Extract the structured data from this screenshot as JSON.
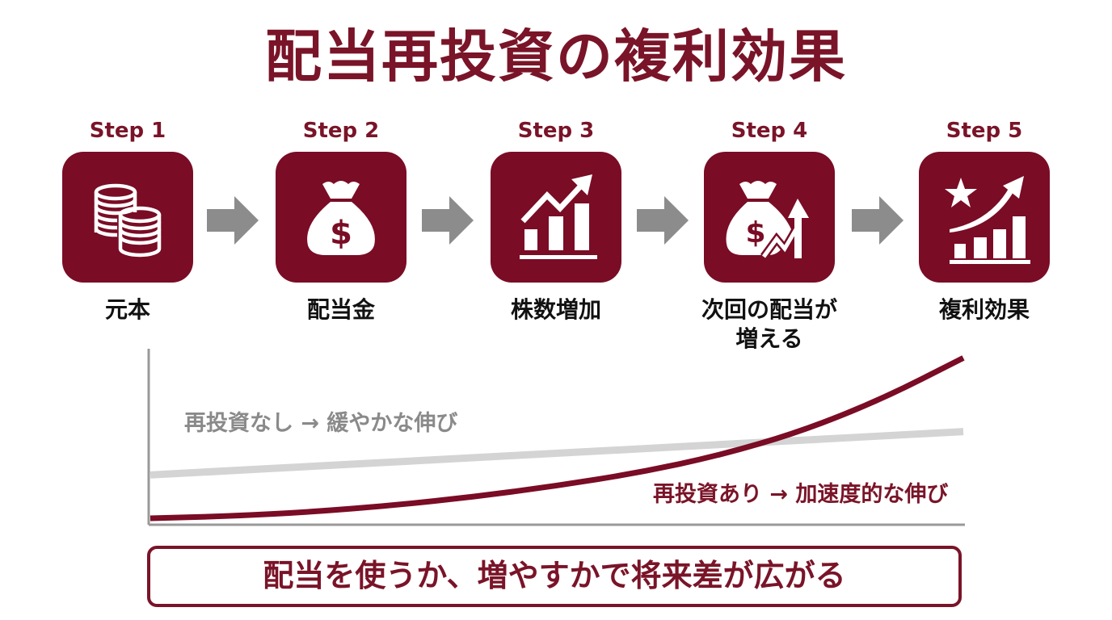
{
  "title": "配当再投資の複利効果",
  "colors": {
    "accent": "#7a0c25",
    "text": "#111111",
    "arrow": "#8c8c8c",
    "line_gray": "#d4d4d4",
    "axis": "#999999"
  },
  "steps": [
    {
      "label": "Step 1",
      "caption": "元本",
      "icon": "coin-stack-icon"
    },
    {
      "label": "Step 2",
      "caption": "配当金",
      "icon": "money-bag-icon"
    },
    {
      "label": "Step 3",
      "caption": "株数増加",
      "icon": "growth-chart-icon"
    },
    {
      "label": "Step 4",
      "caption_line1": "次回の配当が",
      "caption_line2": "増える",
      "icon": "money-bag-growth-icon"
    },
    {
      "label": "Step 5",
      "caption": "複利効果",
      "icon": "star-growth-chart-icon"
    }
  ],
  "arrows": [
    "arrow-right-icon",
    "arrow-right-icon",
    "arrow-right-icon",
    "arrow-right-icon"
  ],
  "chart_data": {
    "type": "line",
    "title": "",
    "xlabel": "",
    "ylabel": "",
    "x": [
      0,
      1,
      2,
      3,
      4,
      5,
      6,
      7,
      8,
      9,
      10
    ],
    "series": [
      {
        "name": "再投資なし → 緩やかな伸び",
        "values": [
          1.0,
          1.1,
          1.2,
          1.3,
          1.4,
          1.5,
          1.6,
          1.7,
          1.8,
          1.9,
          2.0
        ],
        "color": "#d4d4d4"
      },
      {
        "name": "再投資あり → 加速度的な伸び",
        "values": [
          0.0,
          0.05,
          0.15,
          0.3,
          0.5,
          0.75,
          1.05,
          1.45,
          2.0,
          2.75,
          3.7
        ],
        "color": "#7a0c25"
      }
    ],
    "ylim": [
      0,
      3.8
    ],
    "xlim": [
      0,
      10
    ],
    "grid": false,
    "legend": "inline"
  },
  "chart_labels": {
    "no_reinvest": "再投資なし → 緩やかな伸び",
    "reinvest": "再投資あり → 加速度的な伸び"
  },
  "bottom_message": "配当を使うか、増やすかで将来差が広がる"
}
